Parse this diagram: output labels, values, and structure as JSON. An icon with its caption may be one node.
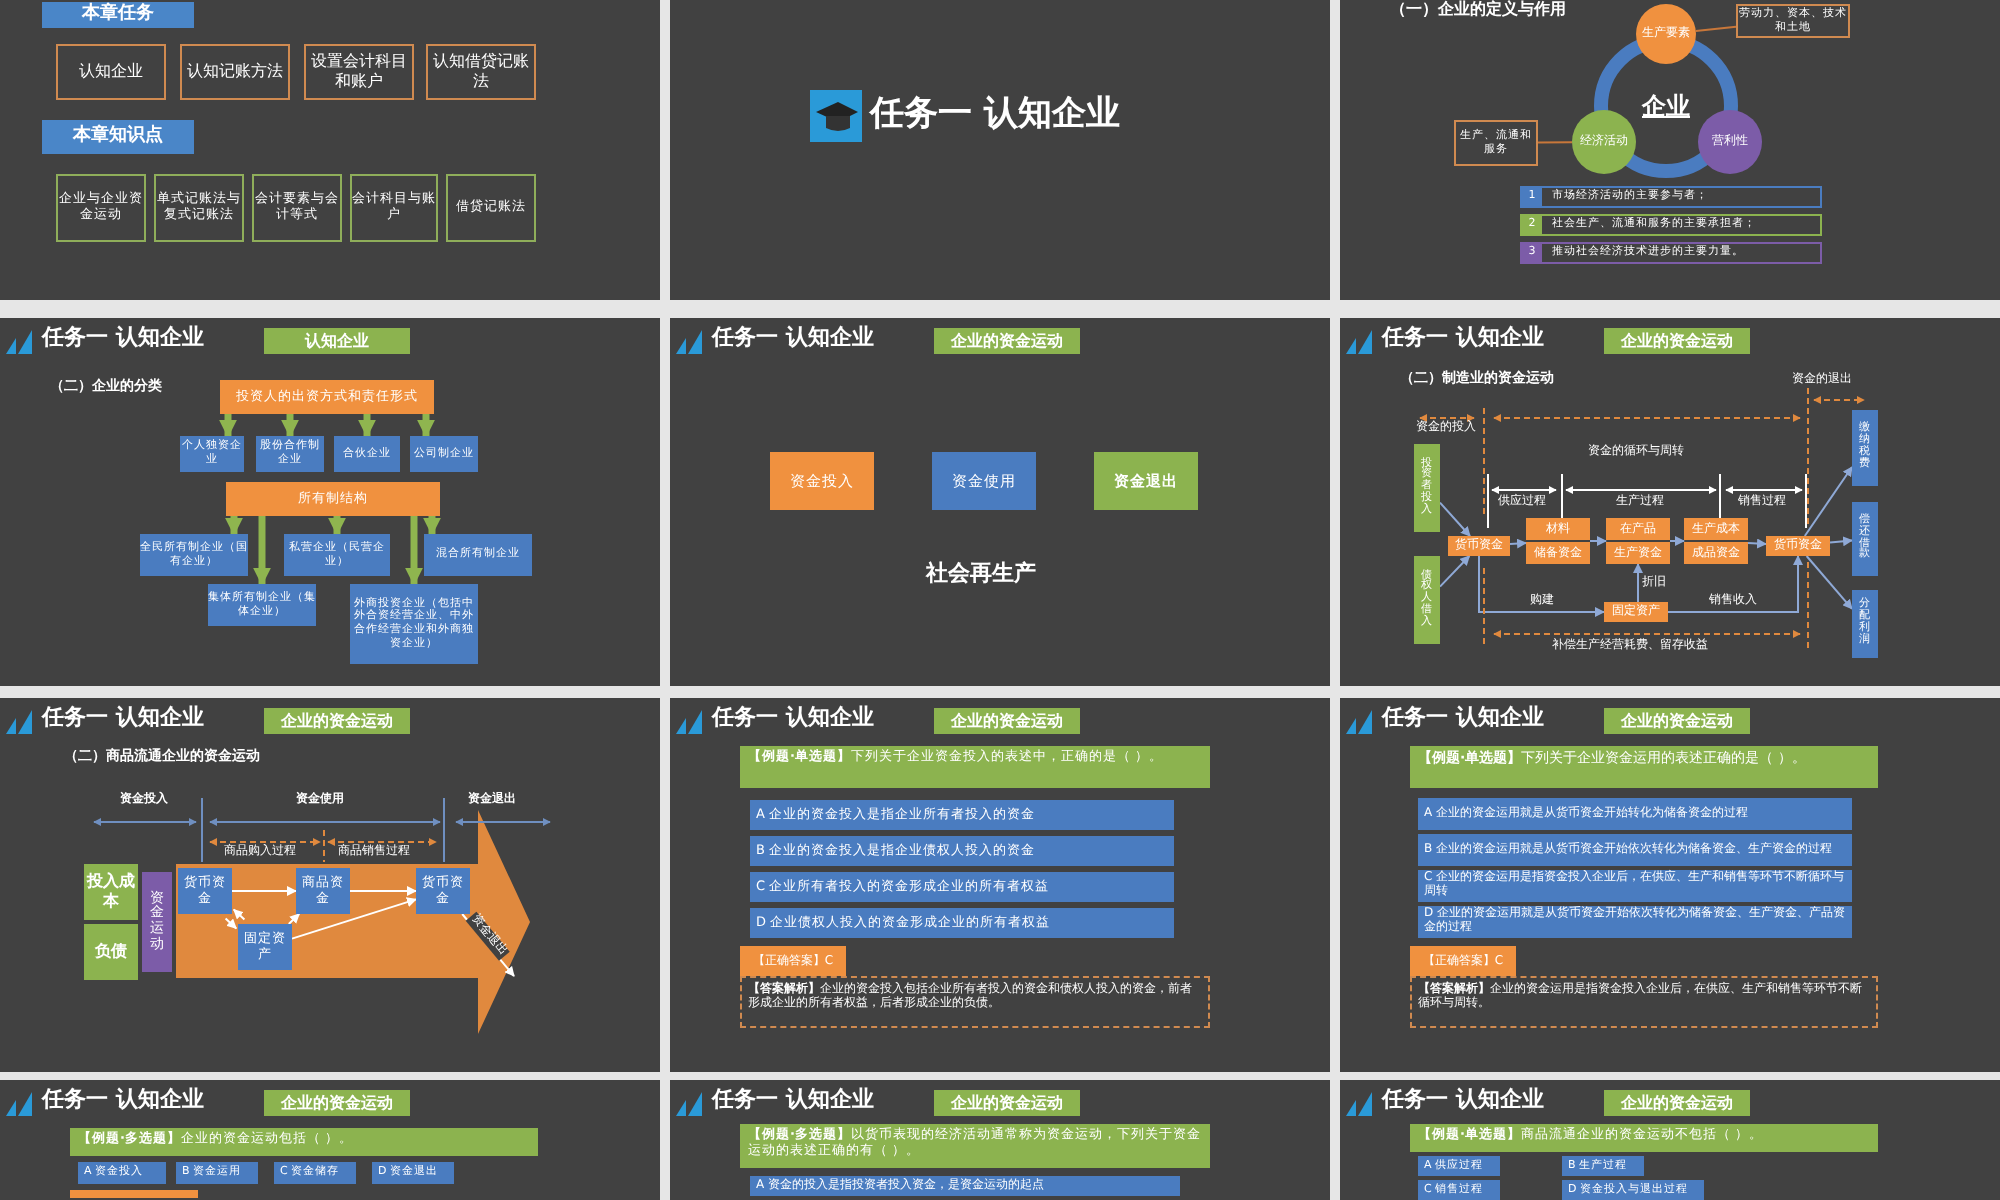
{
  "diagram": {
    "nodes": [
      {
        "text": [],
        "shape": "box"
      },
      {
        "text": [
          "本章任务"
        ],
        "in": 0
      },
      {
        "text": [
          "认知企业"
        ],
        "in": 0
      },
      {
        "text": [
          "认知记账方法"
        ],
        "in": 0
      },
      {
        "text": [
          "设置会计科目和账户"
        ],
        "in": 0
      },
      {
        "text": [
          "认知借贷记账法"
        ],
        "in": 0
      },
      {
        "text": [
          "本章知识点"
        ],
        "in": 0
      },
      {
        "text": [
          "企业与企业资金运动"
        ],
        "in": 0
      },
      {
        "text": [
          "单式记账法与复式记账法"
        ],
        "in": 0
      },
      {
        "text": [
          "会计要素与会计等式"
        ],
        "in": 0
      },
      {
        "text": [
          "会计科目与账户"
        ],
        "in": 0
      },
      {
        "text": [
          "借贷记账法"
        ],
        "in": 0
      },
      {
        "text": [
          "任务一 认知企业"
        ]
      },
      {
        "text": [],
        "shape": "box"
      },
      {
        "text": [
          "劳动力、资本、技术和土地"
        ],
        "in": 13
      },
      {
        "text": [
          "生产要素"
        ],
        "in": 13
      },
      {
        "text": [
          "企业"
        ],
        "in": 13
      },
      {
        "text": [
          "生产、流通和服务"
        ],
        "in": 13
      },
      {
        "text": [
          "经济活动"
        ],
        "in": 13
      },
      {
        "text": [
          "营利性"
        ],
        "in": 13
      },
      {
        "text": [
          "1",
          "市场经济活动的主要参与者；"
        ],
        "in": 13
      },
      {
        "text": [
          "2",
          "社会生产、流通和服务的主要承担者；"
        ],
        "in": 13
      },
      {
        "text": [
          "3",
          "推动社会经济技术进步的主要力量。"
        ],
        "in": 13
      },
      {
        "text": [
          "任务一 认知企业"
        ]
      },
      {
        "text": [
          "认知企业"
        ],
        "in": 23
      },
      {
        "text": [
          "投资人的出资方式和责任形式"
        ],
        "in": 23
      },
      {
        "text": [
          "个人独资企业"
        ],
        "in": 23
      },
      {
        "text": [
          "股份合作制企业"
        ],
        "in": 23
      },
      {
        "text": [
          "合伙企业"
        ],
        "in": 23
      },
      {
        "text": [
          "公司制企业"
        ],
        "in": 23
      },
      {
        "text": [
          "所有制结构"
        ],
        "in": 23
      },
      {
        "text": [
          "全民所有制企业（国有企业）"
        ],
        "in": 23
      },
      {
        "text": [
          "私营企业（民营企业）"
        ],
        "in": 23
      },
      {
        "text": [
          "混合所有制企业"
        ],
        "in": 23
      },
      {
        "text": [
          "集体所有制企业（集体企业）"
        ],
        "in": 23
      },
      {
        "text": [
          "外商投资企业（包括中外合资经营企业、中外合作经营企业和外商独资企业）"
        ],
        "in": 23
      },
      {
        "text": [
          "任务一 认知企业"
        ]
      },
      {
        "text": [
          "企业的资金运动"
        ],
        "in": 36
      },
      {
        "text": [
          "资金投入"
        ],
        "in": 36
      },
      {
        "text": [
          "资金使用"
        ],
        "in": 36
      },
      {
        "text": [
          "资金退出"
        ],
        "in": 36
      },
      {
        "text": [
          "任务一 认知企业"
        ]
      },
      {
        "text": [
          "企业的资金运动"
        ],
        "in": 41
      },
      {
        "text": [
          "投资者投入"
        ],
        "in": 41
      },
      {
        "text": [
          "债权人借入"
        ],
        "in": 41
      },
      {
        "text": [
          "货币资金"
        ],
        "in": 41
      },
      {
        "text": [
          "材料",
          "储备资金"
        ],
        "in": 41
      },
      {
        "text": [
          "在产品",
          "生产资金"
        ],
        "in": 41
      },
      {
        "text": [
          "生产成本",
          "成品资金"
        ],
        "in": 41
      },
      {
        "text": [
          "货币资金"
        ],
        "in": 41
      },
      {
        "text": [
          "固定资产"
        ],
        "in": 41
      },
      {
        "text": [
          "缴纳税费"
        ],
        "in": 41
      },
      {
        "text": [
          "偿还借款"
        ],
        "in": 41
      },
      {
        "text": [
          "分配利润"
        ],
        "in": 41
      },
      {
        "text": [
          "任务一 认知企业"
        ]
      },
      {
        "text": [
          "企业的资金运动"
        ],
        "in": 54
      },
      {
        "text": [
          "投入成本"
        ],
        "in": 54
      },
      {
        "text": [
          "负债"
        ],
        "in": 54
      },
      {
        "text": [
          "资金运动"
        ],
        "in": 54
      },
      {
        "text": [],
        "shape": "arrow",
        "in": 54
      },
      {
        "text": [
          "货币资金"
        ],
        "in": 59
      },
      {
        "text": [
          "商品资金"
        ],
        "in": 59
      },
      {
        "text": [
          "货币资金"
        ],
        "in": 59
      },
      {
        "text": [
          "固定资产"
        ],
        "in": 59
      },
      {
        "text": [
          "任务一 认知企业"
        ]
      },
      {
        "text": [
          "企业的资金运动"
        ],
        "in": 64
      },
      {
        "text": [
          "**【例题·单选题】**下列关于企业资金投入的表述中，正确的是（ ）。"
        ],
        "in": 64
      },
      {
        "text": [
          "A 企业的资金投入是指企业所有者投入的资金"
        ],
        "in": 64
      },
      {
        "text": [
          "B 企业的资金投入是指企业债权人投入的资金"
        ],
        "in": 64
      },
      {
        "text": [
          "C 企业所有者投入的资金形成企业的所有者权益"
        ],
        "in": 64
      },
      {
        "text": [
          "D 企业债权人投入的资金形成企业的所有者权益"
        ],
        "in": 64
      },
      {
        "text": [
          "【正确答案】C"
        ],
        "in": 64
      },
      {
        "text": [
          "**【答案解析】**企业的资金投入包括企业所有者投入的资金和债权人投入的资金，前者形成企业的所有者权益，后者形成企业的负债。"
        ],
        "in": 64
      },
      {
        "text": [
          "任务一 认知企业"
        ]
      },
      {
        "text": [
          "企业的资金运动"
        ],
        "in": 73
      },
      {
        "text": [
          "**【例题·单选题】**下列关于企业资金运用的表述正确的是（ ）。"
        ],
        "in": 73
      },
      {
        "text": [
          "A 企业的资金运用就是从货币资金开始转化为储备资金的过程"
        ],
        "in": 73
      },
      {
        "text": [
          "B 企业的资金运用就是从货币资金开始依次转化为储备资金、生产资金的过程"
        ],
        "in": 73
      },
      {
        "text": [
          "C 企业的资金运用是指资金投入企业后，在供应、生产和销售等环节不断循环与周转"
        ],
        "in": 73
      },
      {
        "text": [
          "D 企业的资金运用就是从货币资金开始依次转化为储备资金、生产资金、产品资金的过程"
        ],
        "in": 73
      },
      {
        "text": [
          "【正确答案】C"
        ],
        "in": 73
      },
      {
        "text": [
          "**【答案解析】**企业的资金运用是指资金投入企业后，在供应、生产和销售等环节不断循环与周转。"
        ],
        "in": 73
      },
      {
        "text": [
          "任务一 认知企业"
        ]
      },
      {
        "text": [
          "企业的资金运动"
        ],
        "in": 82
      },
      {
        "text": [
          "**【例题·多选题】**企业的资金运动包括（ ）。"
        ],
        "in": 82
      },
      {
        "text": [
          "A 资金投入"
        ],
        "in": 82
      },
      {
        "text": [
          "B 资金运用"
        ],
        "in": 82
      },
      {
        "text": [
          "C 资金储存"
        ],
        "in": 82
      },
      {
        "text": [
          "D 资金退出"
        ],
        "in": 82
      },
      {
        "text": [],
        "shape": "bar",
        "in": 82
      },
      {
        "text": [
          "任务一 认知企业"
        ]
      },
      {
        "text": [
          "企业的资金运动"
        ],
        "in": 90
      },
      {
        "text": [
          "**【例题·多选题】**以货币表现的经济活动通常称为资金运动，下列关于资金运动的表述正确的有（ ）。"
        ],
        "in": 90
      },
      {
        "text": [
          "A 资金的投入是指投资者投入资金，是资金运动的起点"
        ],
        "in": 90
      },
      {
        "text": [
          "任务一 认知企业"
        ]
      },
      {
        "text": [
          "企业的资金运动"
        ],
        "in": 94
      },
      {
        "text": [
          "**【例题·单选题】**商品流通企业的资金运动不包括（ ）。"
        ],
        "in": 94
      },
      {
        "text": [
          "A 供应过程"
        ],
        "in": 94
      },
      {
        "text": [
          "B 生产过程"
        ],
        "in": 94
      },
      {
        "text": [
          "C 销售过程"
        ],
        "in": 94
      },
      {
        "text": [
          "D 资金投入与退出过程"
        ],
        "in": 94
      }
    ],
    "edges": [
      {
        "from": 14,
        "to": 15,
        "arrow": "none",
        "color": "#c8773a"
      },
      {
        "from": 17,
        "to": 18,
        "arrow": "none",
        "color": "#c8773a"
      },
      {
        "from": 25,
        "to": 26,
        "arrow": "to",
        "style": "thick",
        "color": "#8fb54f"
      },
      {
        "from": 25,
        "to": 27,
        "arrow": "to",
        "style": "thick",
        "color": "#8fb54f"
      },
      {
        "from": 25,
        "to": 28,
        "arrow": "to",
        "style": "thick",
        "color": "#8fb54f"
      },
      {
        "from": 25,
        "to": 29,
        "arrow": "to",
        "style": "thick",
        "color": "#8fb54f"
      },
      {
        "from": 30,
        "to": 31,
        "arrow": "to",
        "style": "thick",
        "color": "#8fb54f"
      },
      {
        "from": 30,
        "to": 34,
        "arrow": "to",
        "style": "thick",
        "color": "#8fb54f"
      },
      {
        "from": 30,
        "to": 32,
        "arrow": "to",
        "style": "thick",
        "color": "#8fb54f"
      },
      {
        "from": 30,
        "to": 35,
        "arrow": "to",
        "style": "thick",
        "color": "#8fb54f"
      },
      {
        "from": 30,
        "to": 33,
        "arrow": "to",
        "style": "thick",
        "color": "#8fb54f"
      },
      {
        "from": 43,
        "to": 45,
        "arrow": "to"
      },
      {
        "from": 44,
        "to": 45,
        "arrow": "to"
      },
      {
        "from": 45,
        "to": 46,
        "arrow": "to"
      },
      {
        "from": 46,
        "to": 47,
        "arrow": "to"
      },
      {
        "from": 47,
        "to": 48,
        "arrow": "to"
      },
      {
        "from": 48,
        "to": 49,
        "arrow": "to"
      },
      {
        "from": 45,
        "to": 50,
        "arrow": "to",
        "label": "购建"
      },
      {
        "from": 50,
        "to": 47,
        "arrow": "to",
        "label": "折旧"
      },
      {
        "from": 50,
        "to": 49,
        "arrow": "to",
        "label": "销售收入"
      },
      {
        "from": 49,
        "to": 51,
        "arrow": "to"
      },
      {
        "from": 49,
        "to": 52,
        "arrow": "to"
      },
      {
        "from": 49,
        "to": 53,
        "arrow": "to"
      },
      {
        "from": 60,
        "to": 61,
        "arrow": "to",
        "color": "#ffffff"
      },
      {
        "from": 61,
        "to": 62,
        "arrow": "to",
        "color": "#ffffff"
      },
      {
        "from": 60,
        "to": 63,
        "arrow": "to",
        "color": "#ffffff"
      },
      {
        "from": 63,
        "to": 60,
        "arrow": "to",
        "color": "#ffffff"
      },
      {
        "from": 63,
        "to": 61,
        "arrow": "to",
        "style": "dashed",
        "color": "#ffffff"
      },
      {
        "from": 63,
        "to": 62,
        "arrow": "to",
        "color": "#ffffff"
      },
      {
        "from": 62,
        "to": null,
        "arrow": "to",
        "label": "资金退出",
        "color": "#ffffff"
      }
    ],
    "labels": [
      "（一）企业的定义与作用",
      "（二）企业的分类",
      "社会再生产",
      "（二）制造业的资金运动",
      "资金的投入",
      "资金的退出",
      "资金的循环与周转",
      "供应过程",
      "生产过程",
      "销售过程",
      "补偿生产经营耗费、留存收益",
      "（二）商品流通企业的资金运动",
      "资金投入",
      "资金使用",
      "资金退出",
      "商品购入过程",
      "商品销售过程"
    ]
  }
}
